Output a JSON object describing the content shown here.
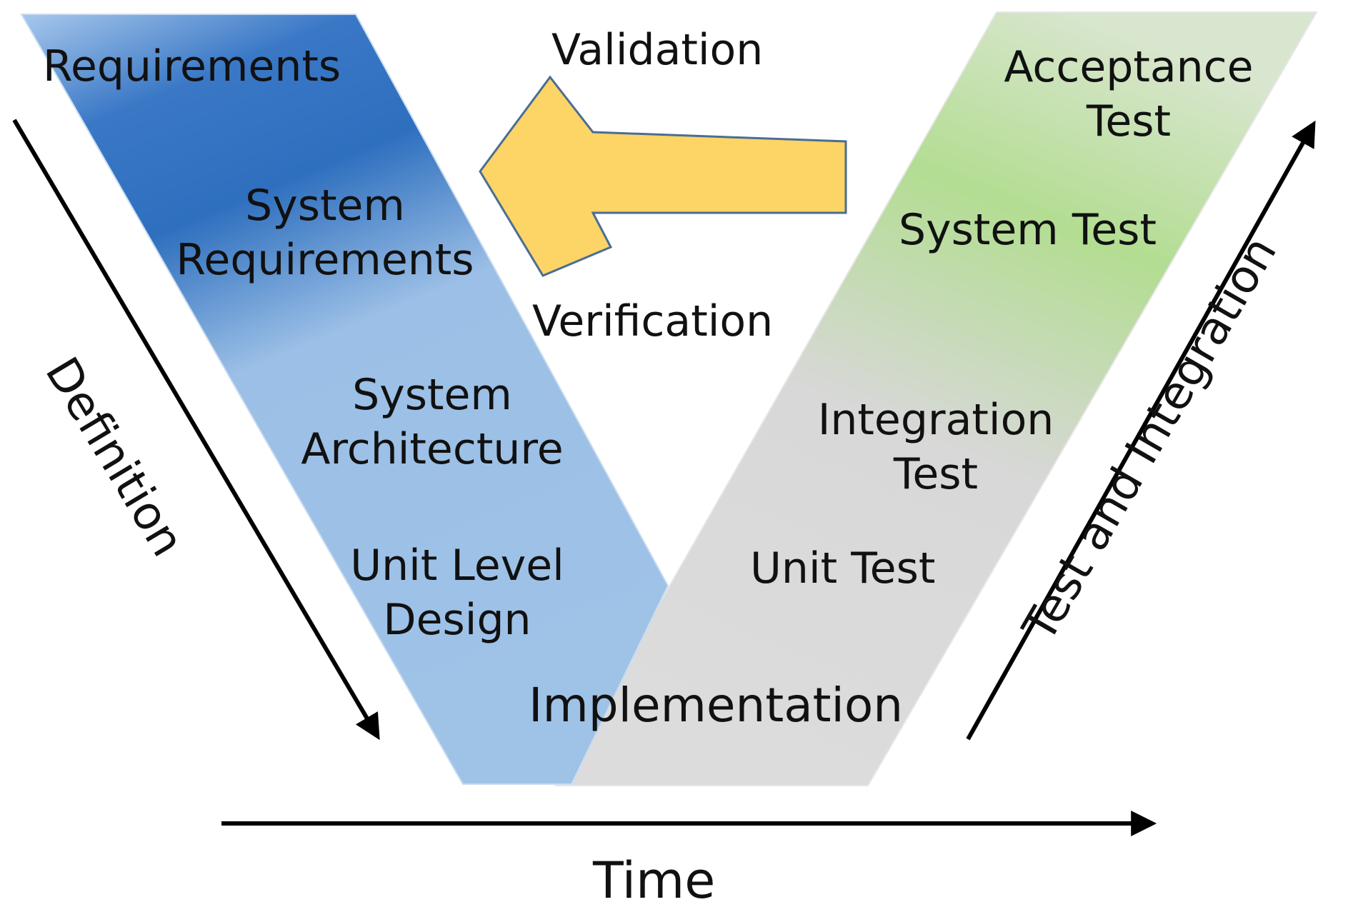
{
  "left_arm": {
    "requirements": "Requirements",
    "system_requirements": [
      "System",
      "Requirements"
    ],
    "system_architecture": [
      "System",
      "Architecture"
    ],
    "unit_level_design": [
      "Unit Level",
      "Design"
    ]
  },
  "bottom": {
    "implementation": "Implementation"
  },
  "right_arm": {
    "acceptance_test": [
      "Acceptance",
      "Test"
    ],
    "system_test": "System Test",
    "integration_test": [
      "Integration",
      "Test"
    ],
    "unit_test": "Unit Test"
  },
  "center": {
    "validation": "Validation",
    "verification": "Verification"
  },
  "axes": {
    "definition": "Definition",
    "test_and_integration": "Test and Integration",
    "time": "Time"
  },
  "colors": {
    "left_arm_light": "#a4c4e8",
    "left_arm_dark": "#2e6fbe",
    "right_arm_gray": "#dadada",
    "right_arm_green": "#a9d886",
    "validation_arrow_fill": "#fdd466",
    "validation_arrow_stroke": "#4a6d93",
    "axis_arrows": "#000000"
  }
}
